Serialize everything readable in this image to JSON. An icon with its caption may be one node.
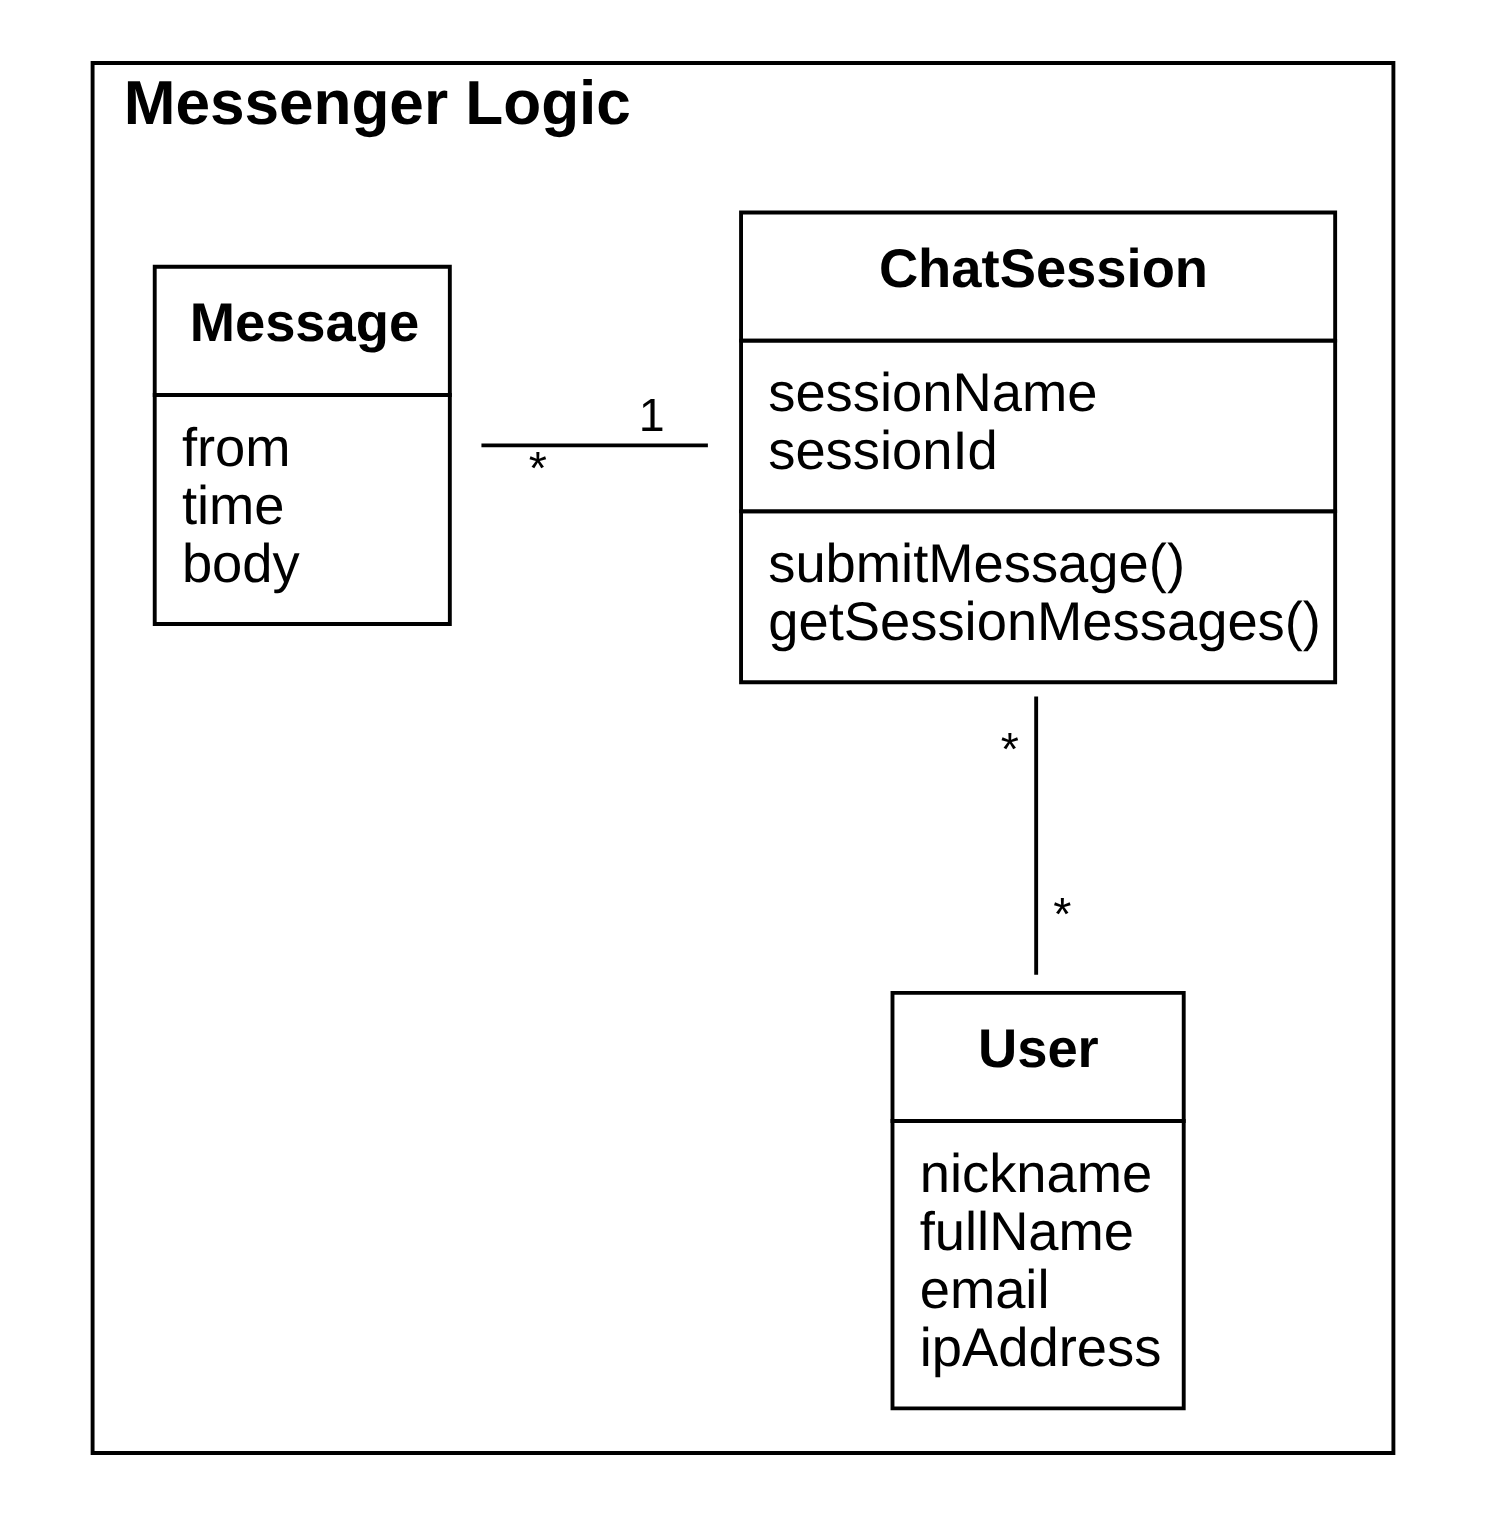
{
  "diagram": {
    "nodes": [
      {
        "text": [
          "Messenger Logic"
        ]
      },
      {
        "text": [
          "Message",
          "from time body"
        ],
        "in": 0
      },
      {
        "text": [
          "ChatSession",
          "sessionName sessionId",
          "submitMessage() getSessionMessages()"
        ],
        "in": 0
      },
      {
        "text": [
          "User",
          "nickname fullName email ipAddress"
        ],
        "in": 0
      }
    ],
    "edges": [
      {
        "from": 1,
        "to": 2,
        "arrow": "none"
      },
      {
        "from": 2,
        "to": 3,
        "arrow": "none"
      }
    ],
    "labels": [
      "*",
      "1",
      "*",
      "*"
    ]
  }
}
